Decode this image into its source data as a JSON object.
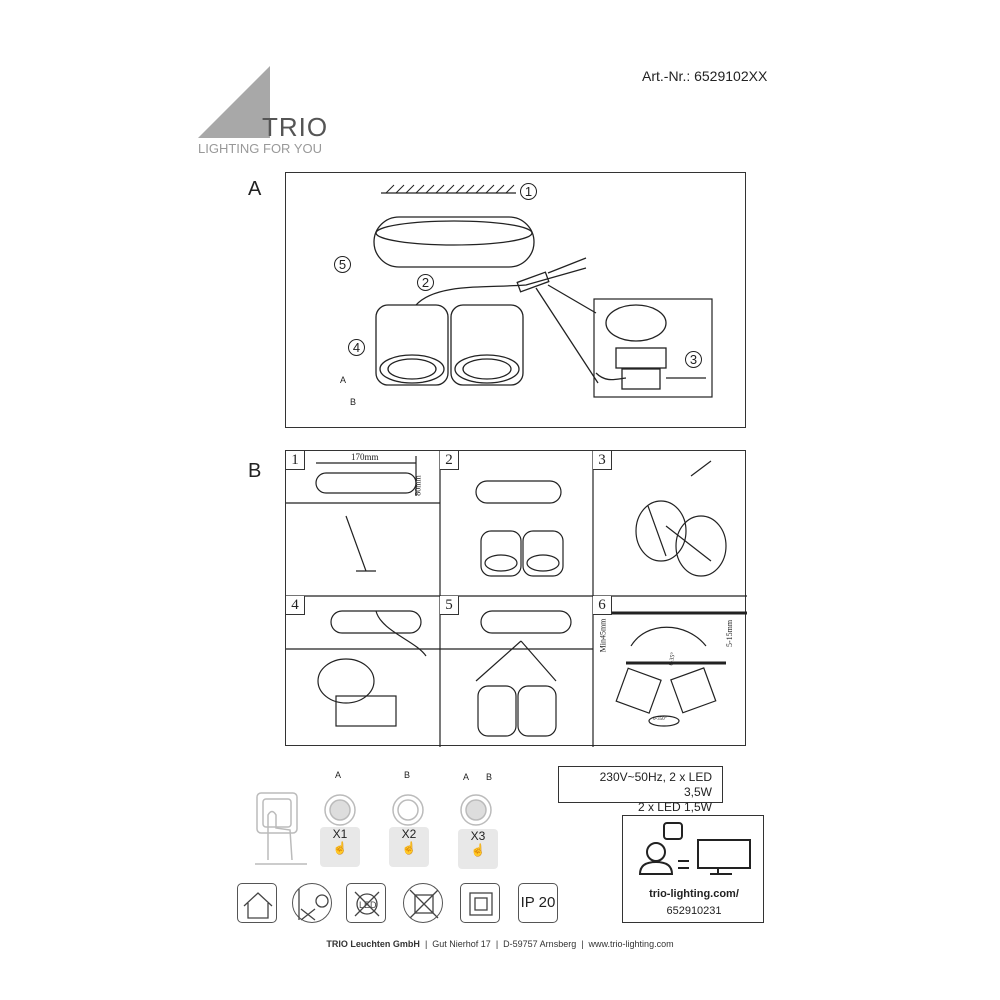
{
  "brand": {
    "name": "TRIO",
    "tagline": "LIGHTING FOR YOU"
  },
  "article": "Art.-Nr.: 6529102XX",
  "sectionA": {
    "label": "A",
    "steps": [
      "1",
      "2",
      "3",
      "4",
      "5"
    ],
    "modes": [
      "A",
      "B"
    ]
  },
  "sectionB": {
    "label": "B",
    "panels": [
      "1",
      "2",
      "3",
      "4",
      "5",
      "6"
    ],
    "dim_width": "170mm",
    "dim_height": "80mm",
    "min_depth": "Min45mm",
    "thickness": "5-15mm",
    "tilt": "0-35°",
    "rotate": "0-350°"
  },
  "switching": {
    "modes": [
      {
        "lights": [
          "A"
        ],
        "presses": "X1"
      },
      {
        "lights": [
          "B"
        ],
        "presses": "X2"
      },
      {
        "lights": [
          "A",
          "B"
        ],
        "presses": "X3"
      }
    ]
  },
  "specs": {
    "line1": "230V~50Hz, 2 x LED 3,5W",
    "line2": "2 x LED 1,5W"
  },
  "info": {
    "url": "trio-lighting.com/",
    "code": "652910231"
  },
  "symbols": [
    "indoor-use-icon",
    "no-dimmer-icon",
    "led-not-replaceable-icon",
    "no-insulation-cover-icon",
    "protection-class-2-icon"
  ],
  "ip_rating": "IP 20",
  "footer": {
    "company": "TRIO Leuchten GmbH",
    "street": "Gut Nierhof 17",
    "city": "D-59757 Arnsberg",
    "web": "www.trio-lighting.com"
  }
}
